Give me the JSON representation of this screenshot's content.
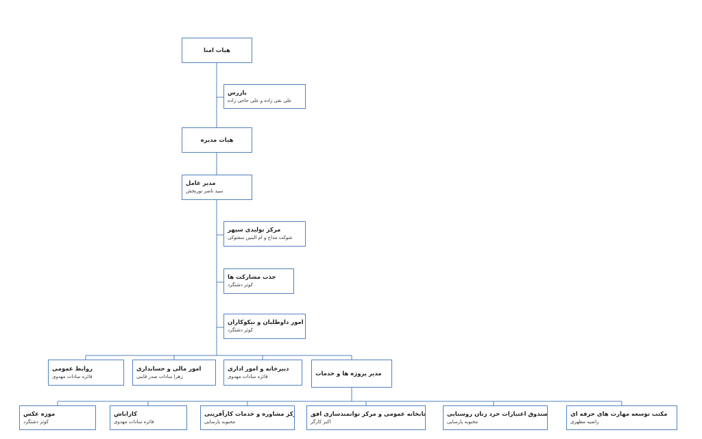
{
  "colors": {
    "box_border": "#4f81bd",
    "line": "#4f81bd"
  },
  "nodes": {
    "board_trustees": {
      "title": "هیات امنا",
      "person": ""
    },
    "inspector": {
      "title": "بازرس",
      "person": "علی نقی زاده و علی حاجی زاده"
    },
    "board_directors": {
      "title": "هیات مدیره",
      "person": ""
    },
    "ceo": {
      "title": "مدیر عامل",
      "person": "سید ناصر نوربخش"
    },
    "sepehr": {
      "title": "مرکز تولیدی سپهر",
      "person": "شوکت مداح و ام البنین سقتوکی"
    },
    "participation": {
      "title": "جذب مشارکت ها",
      "person": "کوثر دشتگرد"
    },
    "volunteers": {
      "title": "امور داوطلبان و نیکوکاران",
      "person": "کوثر دشتگرد"
    },
    "public_relations": {
      "title": "روابط عمومی",
      "person": "فائزه سادات مهدوی"
    },
    "finance": {
      "title": "امور مالی و حسابداری",
      "person": "زهرا سادات صدر قاینی"
    },
    "secretariat": {
      "title": "دبیرخانه و امور اداری",
      "person": "فائزه سادات مهدوی"
    },
    "projects_manager": {
      "title": "مدیر پروژه ها و خدمات",
      "person": ""
    },
    "photo_museum": {
      "title": "موزه عکس",
      "person": "کوثر دشتگرد"
    },
    "karabash": {
      "title": "کاراباش",
      "person": "فائزه سادات مهدوی"
    },
    "counseling": {
      "title": "مرکز مشاوره و خدمات کارآفرینی",
      "person": "محبوبه پارسایی"
    },
    "library": {
      "title": "کتابخانه عمومی و مرکز توانمندسازی افق",
      "person": "اکبر کارگر"
    },
    "microcredit": {
      "title": "صندوق اعتبارات خرد زنان روستایی",
      "person": "محبوبه پارسایی"
    },
    "vocational": {
      "title": "مکتب توسعه مهارت های حرفه ای",
      "person": "راضیه مطهری"
    }
  }
}
